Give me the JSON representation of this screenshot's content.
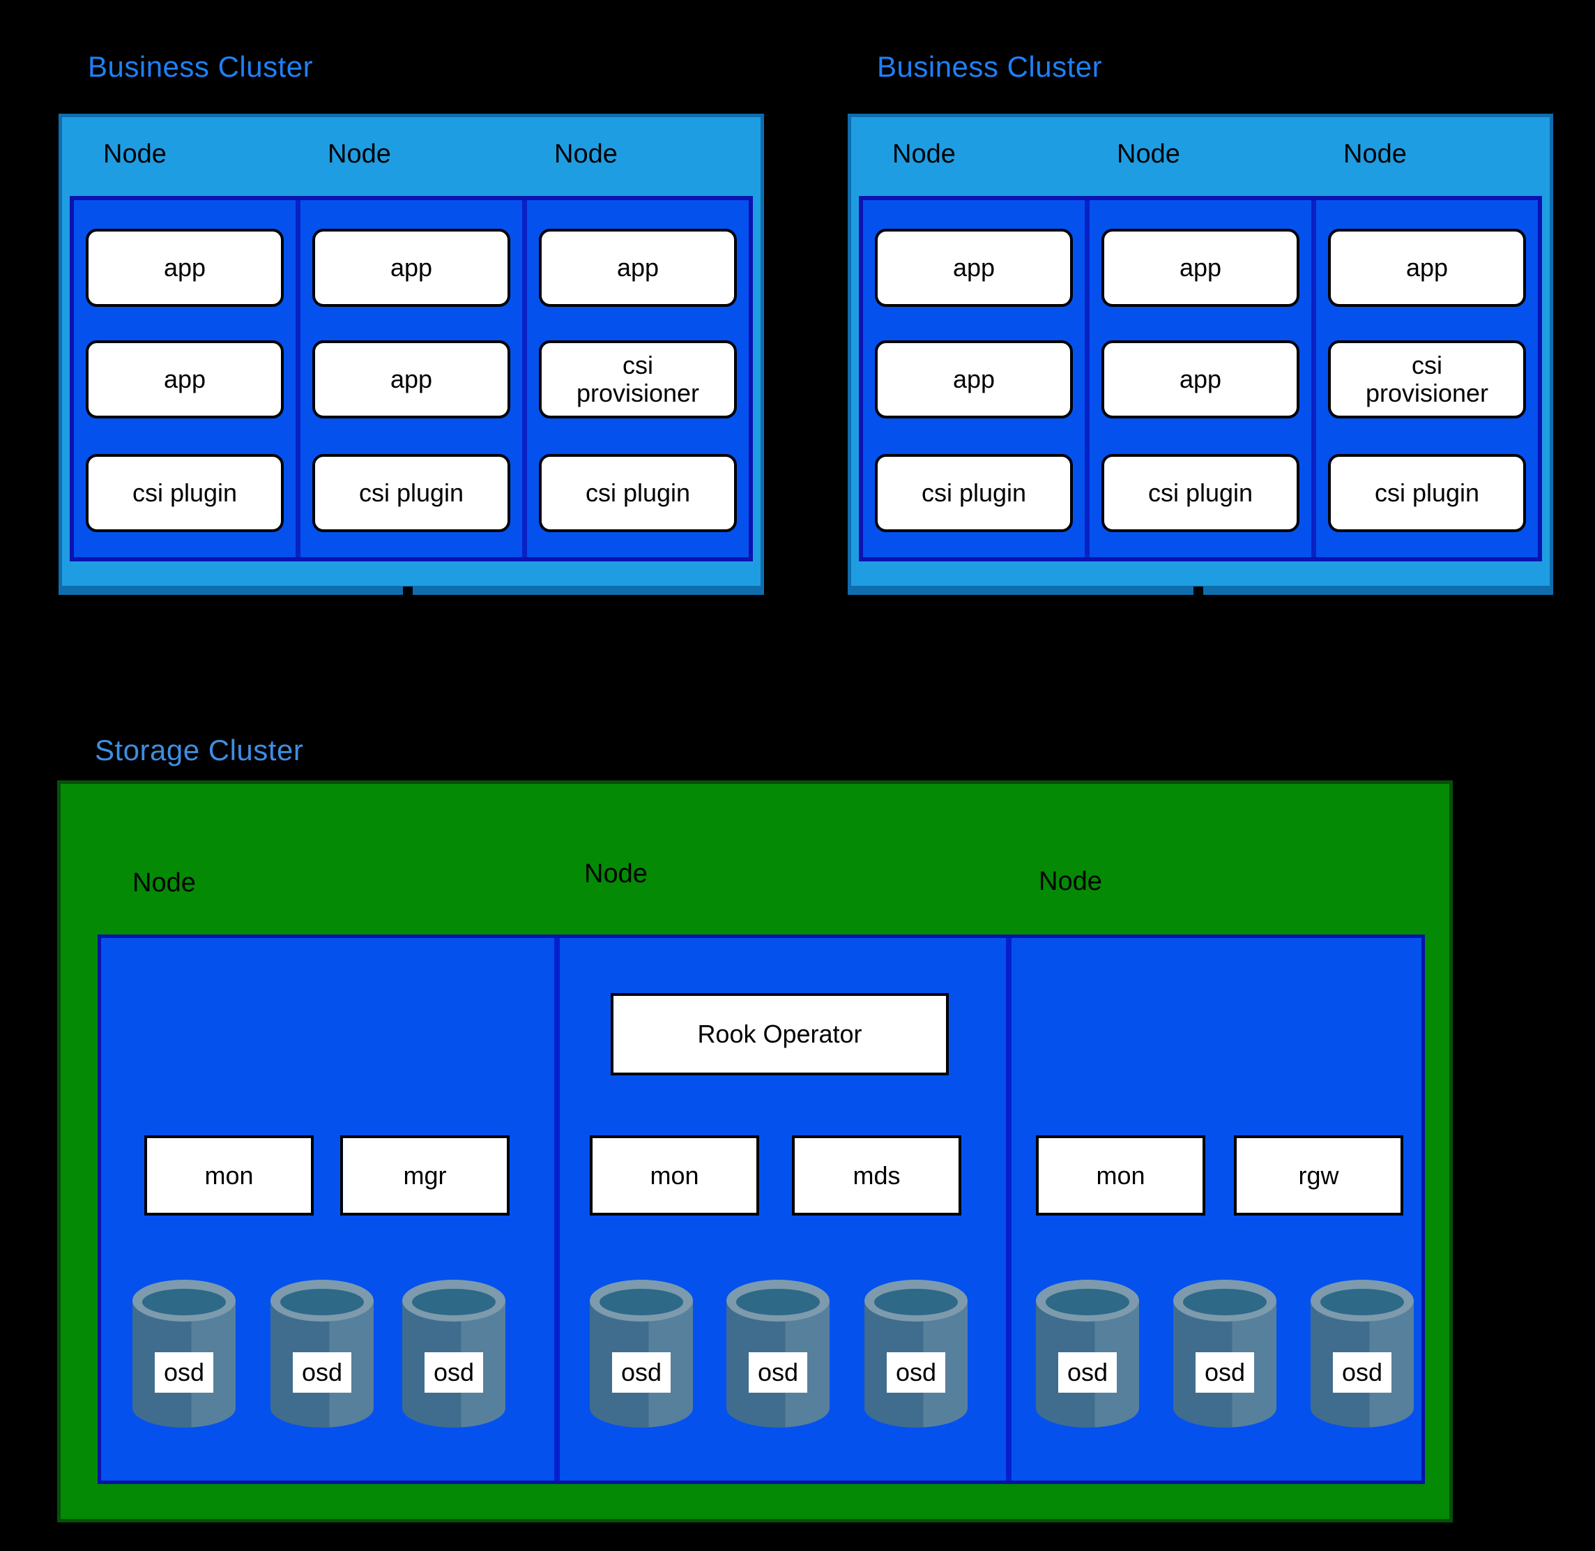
{
  "colors": {
    "background": "#000000",
    "business_title": "#1f80f8",
    "storage_title": "#3e8ee2",
    "node_header_fill": "#1f9de2",
    "node_header_border": "#0f6dae",
    "inner_fill": "#0551ee",
    "inner_border": "#0a12b0",
    "column_divider": "#0822c4",
    "storage_fill": "#048a04",
    "storage_border": "#06500a",
    "pod_fill": "#ffffff",
    "pod_border": "#000000",
    "osd_rim": "#7d9bad",
    "osd_hole": "#2e6987",
    "osd_body_dark": "#406d8e",
    "osd_body_light": "#57809c"
  },
  "business_clusters": [
    {
      "title": "Business Cluster",
      "nodes": [
        {
          "label": "Node",
          "pods": [
            "app",
            "app",
            "csi plugin"
          ]
        },
        {
          "label": "Node",
          "pods": [
            "app",
            "app",
            "csi plugin"
          ]
        },
        {
          "label": "Node",
          "pods": [
            "app",
            "csi provisioner",
            "csi plugin"
          ]
        }
      ]
    },
    {
      "title": "Business Cluster",
      "nodes": [
        {
          "label": "Node",
          "pods": [
            "app",
            "app",
            "csi plugin"
          ]
        },
        {
          "label": "Node",
          "pods": [
            "app",
            "app",
            "csi plugin"
          ]
        },
        {
          "label": "Node",
          "pods": [
            "app",
            "csi provisioner",
            "csi plugin"
          ]
        }
      ]
    }
  ],
  "storage_cluster": {
    "title": "Storage Cluster",
    "nodes": [
      {
        "label": "Node",
        "daemons": [
          "mon",
          "mgr"
        ],
        "osds": [
          "osd",
          "osd",
          "osd"
        ]
      },
      {
        "label": "Node",
        "operator": "Rook Operator",
        "daemons": [
          "mon",
          "mds"
        ],
        "osds": [
          "osd",
          "osd",
          "osd"
        ]
      },
      {
        "label": "Node",
        "daemons": [
          "mon",
          "rgw"
        ],
        "osds": [
          "osd",
          "osd",
          "osd"
        ]
      }
    ]
  }
}
